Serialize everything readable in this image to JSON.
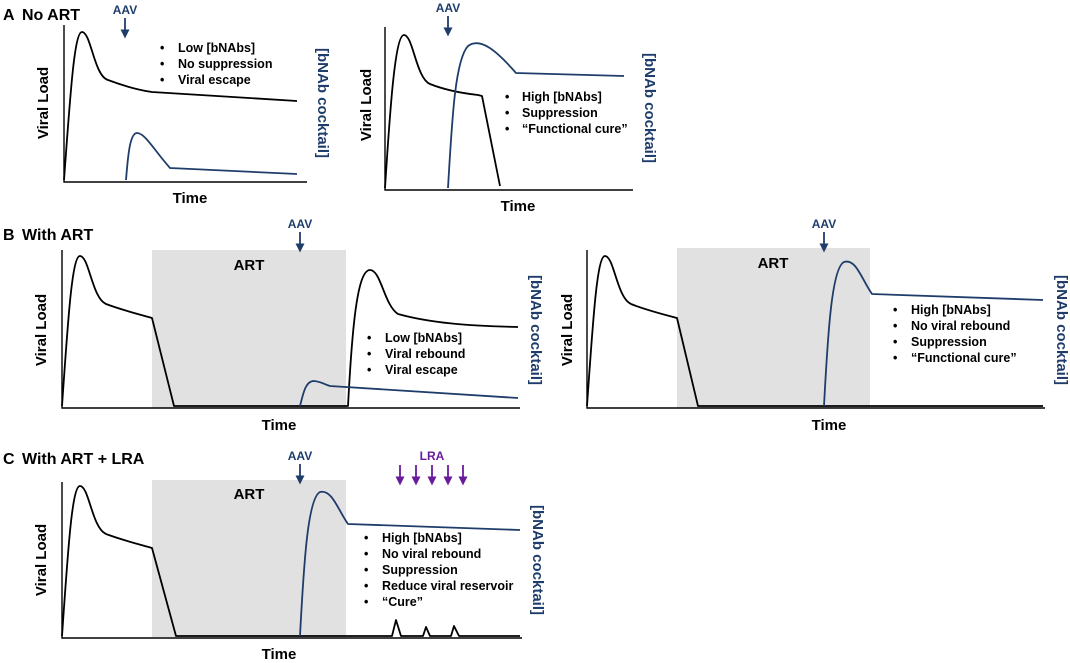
{
  "sections": {
    "a": {
      "letter": "A",
      "title": "No ART"
    },
    "b": {
      "letter": "B",
      "title": "With ART"
    },
    "c": {
      "letter": "C",
      "title": "With ART + LRA"
    }
  },
  "axes": {
    "x_label": "Time",
    "y_label": "Viral Load",
    "right_label": "[bNAb cocktail]"
  },
  "labels": {
    "aav": "AAV",
    "art": "ART",
    "lra": "LRA"
  },
  "panels": {
    "a1": {
      "bullets": [
        "Low [bNAbs]",
        "No suppression",
        "Viral escape"
      ]
    },
    "a2": {
      "bullets": [
        "High [bNAbs]",
        "Suppression",
        "“Functional cure”"
      ]
    },
    "b1": {
      "bullets": [
        "Low [bNAbs]",
        "Viral rebound",
        "Viral escape"
      ]
    },
    "b2": {
      "bullets": [
        "High [bNAbs]",
        "No viral rebound",
        "Suppression",
        "“Functional cure”"
      ]
    },
    "c1": {
      "bullets": [
        "High [bNAbs]",
        "No viral rebound",
        "Suppression",
        "Reduce viral reservoir",
        "“Cure”"
      ]
    }
  },
  "colors": {
    "viral_load": "#000000",
    "bnab": "#1f3d6b",
    "lra": "#6a1b9a",
    "art_shade": "#e1e1e1"
  }
}
